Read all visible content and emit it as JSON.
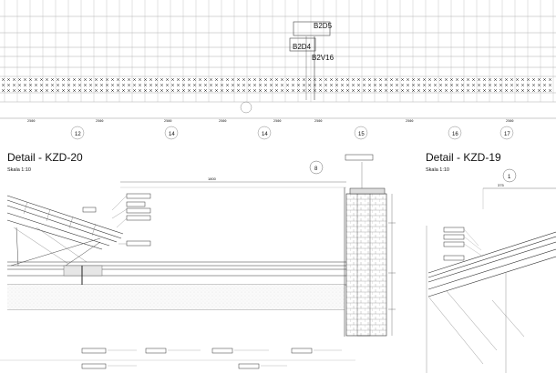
{
  "plan_labels": {
    "b2d5": "B2D5",
    "b2d4": "B2D4",
    "b2v16": "B2V16"
  },
  "grid_bubbles": [
    "12",
    "14",
    "14",
    "15",
    "16",
    "17"
  ],
  "dimensions": [
    "2500",
    "2500",
    "2500",
    "2500",
    "2500",
    "2500",
    "2500",
    "2500"
  ],
  "detail_left": {
    "title": "Detail - KZD-20",
    "scale": "Skala 1:10",
    "section_mark": "8",
    "dim_top": "1800"
  },
  "detail_right": {
    "title": "Detail - KZD-19",
    "scale": "Skala 1:10",
    "section_mark": "1",
    "dim_top": "375"
  },
  "colors": {
    "line": "#555555",
    "light": "#bbbbbb",
    "text": "#111111"
  }
}
